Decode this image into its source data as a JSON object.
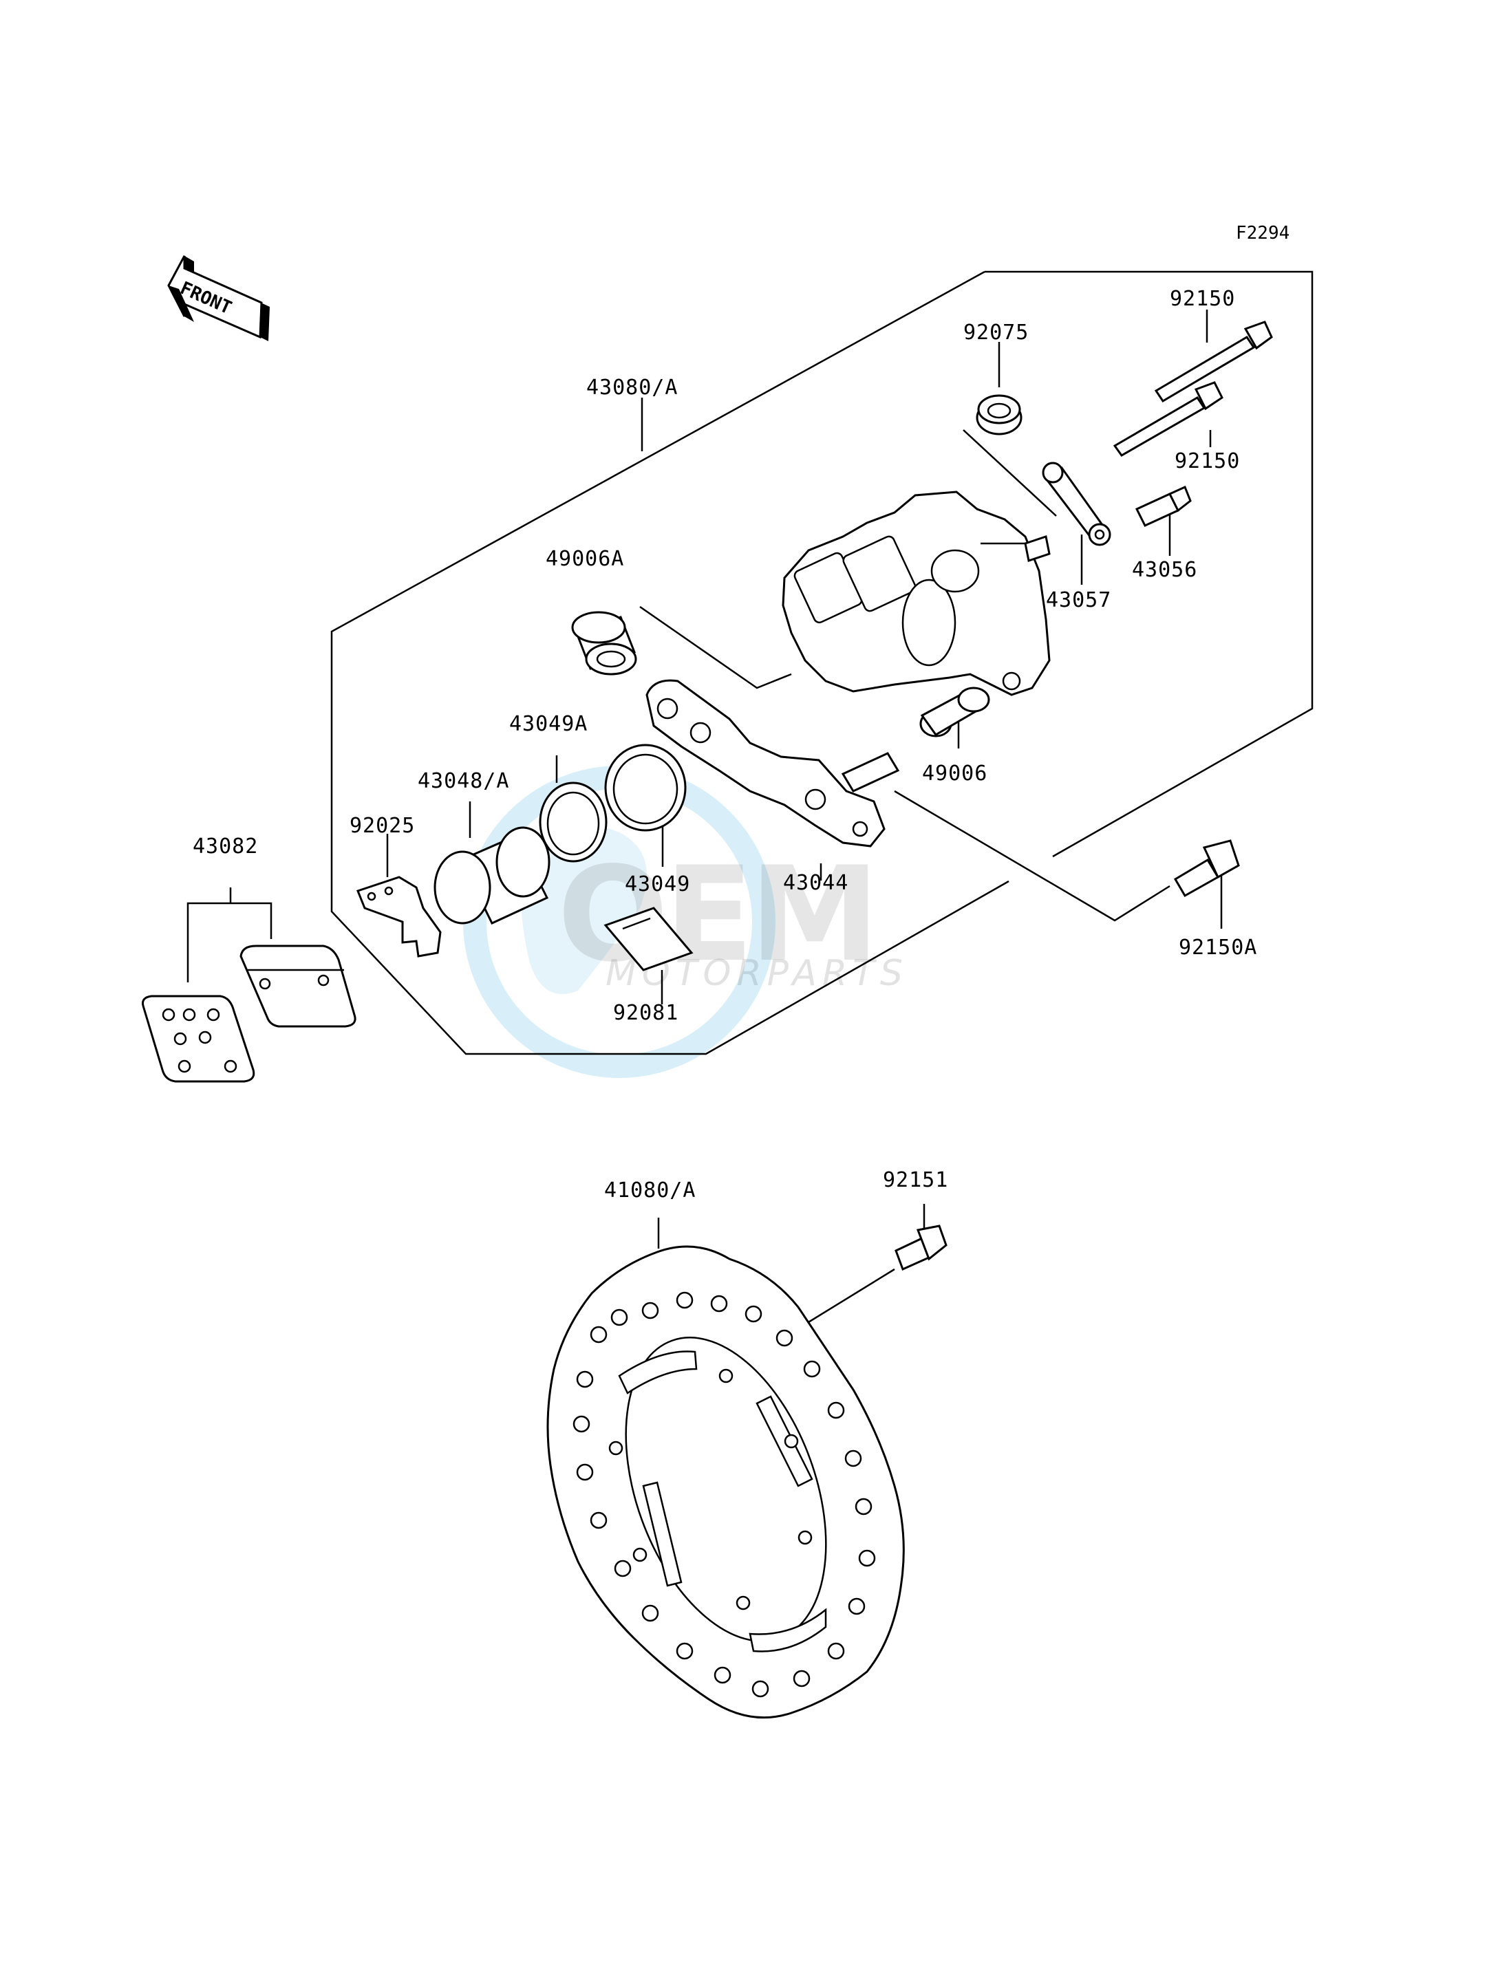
{
  "diagram": {
    "ref_code": "F2294",
    "front_badge": "FRONT",
    "watermark": {
      "brand": "OEM",
      "sub": "MOTORPARTS",
      "accent": "#4fb6e3"
    },
    "labels": {
      "p43080A": "43080/A",
      "p92075": "92075",
      "p92150_top": "92150",
      "p92150_mid": "92150",
      "p49006A": "49006A",
      "p43056": "43056",
      "p43057": "43057",
      "p43049A": "43049A",
      "p43048A": "43048/A",
      "p49006": "49006",
      "p92025": "92025",
      "p43082": "43082",
      "p43049": "43049",
      "p43044": "43044",
      "p92150A": "92150A",
      "p92081": "92081",
      "p41080A": "41080/A",
      "p92151": "92151"
    }
  }
}
